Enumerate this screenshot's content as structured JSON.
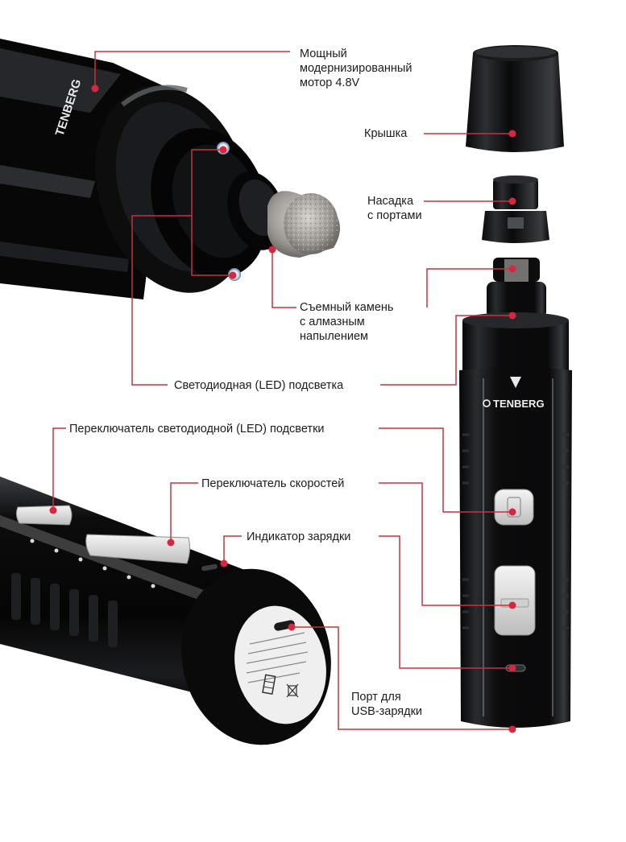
{
  "colors": {
    "callout_line": "#c8323c",
    "callout_dot": "#d7263d",
    "device_body": "#0c0c0d",
    "highlight": "#4a4d52",
    "label_text": "#1c1c1c"
  },
  "brand": {
    "logo_text": "TENBERG"
  },
  "callouts": {
    "motor": {
      "lines": [
        "Мощный",
        "модернизированный",
        "мотор 4.8V"
      ]
    },
    "cap": {
      "lines": [
        "Крышка"
      ]
    },
    "nozzle": {
      "lines": [
        "Насадка",
        "с портами"
      ]
    },
    "stone": {
      "lines": [
        "Съемный камень",
        "с алмазным",
        "напылением"
      ]
    },
    "led_light": {
      "lines": [
        "Светодиодная (LED) подсветка"
      ]
    },
    "led_switch": {
      "lines": [
        "Переключатель светодиодной (LED) подсветки"
      ]
    },
    "speed_switch": {
      "lines": [
        "Переключатель скоростей"
      ]
    },
    "charge_indicator": {
      "lines": [
        "Индикатор зарядки"
      ]
    },
    "usb_port": {
      "lines": [
        "Порт для",
        "USB-зарядки"
      ]
    }
  },
  "icons": [
    "eac-mark-icon",
    "recycle-bin-icon",
    "power-icon",
    "arrow-down-icon"
  ]
}
